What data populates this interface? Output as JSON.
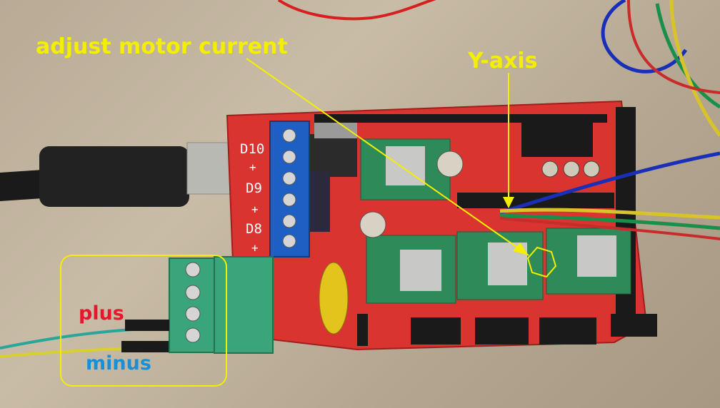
{
  "annotations": {
    "adjust_label": "adjust motor current",
    "y_axis_label": "Y-axis",
    "plus_label": "plus",
    "minus_label": "minus"
  },
  "board_silkscreen": {
    "d10": "D10",
    "plus_1": "+",
    "d9": "D9",
    "plus_2": "+",
    "d8": "D8",
    "plus_3": "+"
  },
  "colors": {
    "board_red": "#d9342f",
    "annotation_yellow": "#f4ee00",
    "plus_red": "#e8152b",
    "minus_blue": "#1a8fd6",
    "terminal_blue": "#1e5fc4",
    "terminal_green": "#3aa57a"
  }
}
